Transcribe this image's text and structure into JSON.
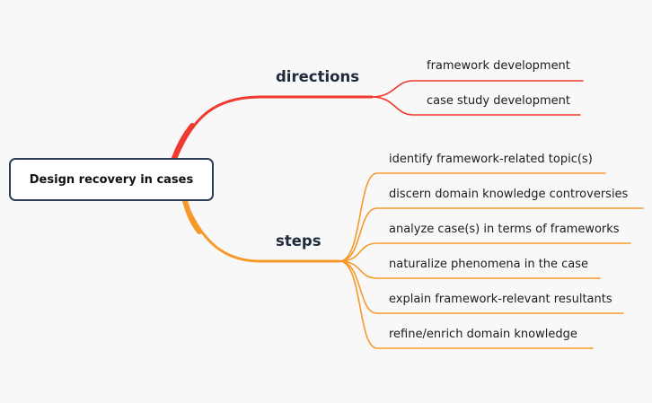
{
  "root": {
    "label": "Design recovery in cases"
  },
  "branches": [
    {
      "label": "directions",
      "color": "#f03a2f",
      "children": [
        "framework development",
        "case study development"
      ]
    },
    {
      "label": "steps",
      "color": "#f7992a",
      "children": [
        "identify framework-related topic(s)",
        "discern domain knowledge controversies",
        "analyze case(s) in terms of frameworks",
        "naturalize phenomena in the case",
        "explain framework-relevant resultants",
        "refine/enrich domain knowledge"
      ]
    }
  ]
}
